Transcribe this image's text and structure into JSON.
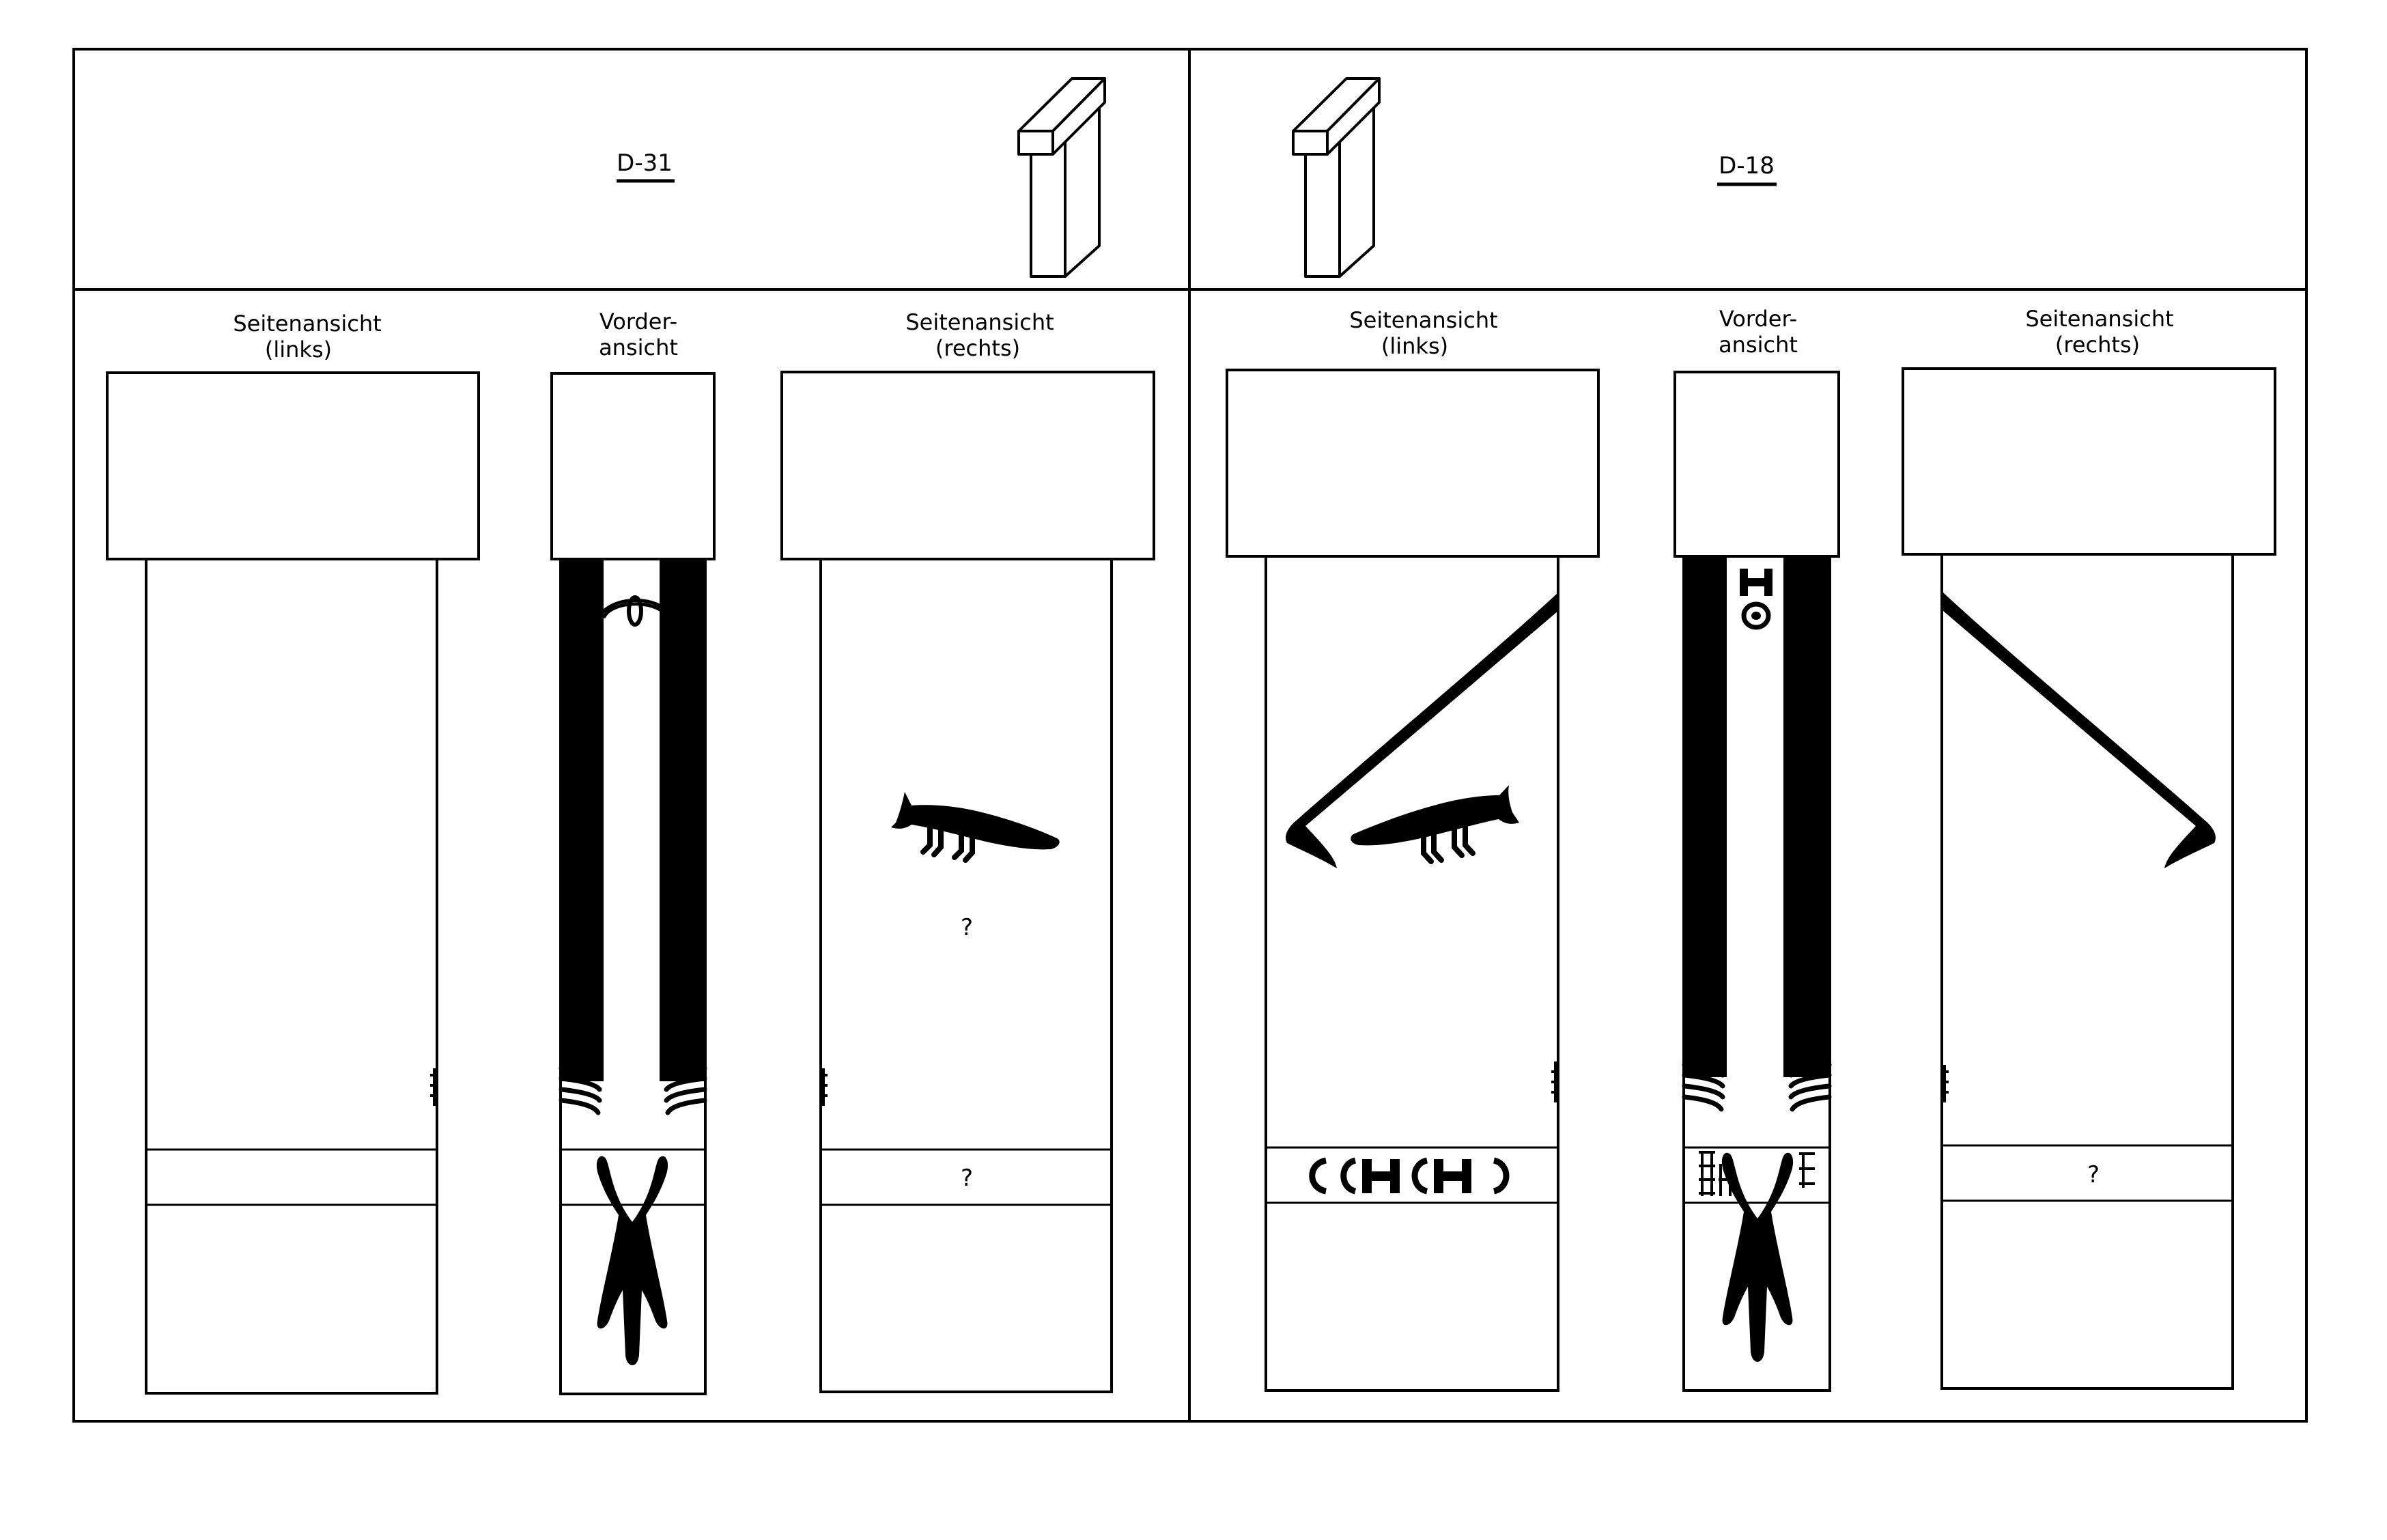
{
  "panels": [
    {
      "id": "D-31",
      "views": [
        {
          "label_line1": "Seitenansicht",
          "label_line2": "(links)",
          "band_text": ""
        },
        {
          "label_line1": "Vorder-",
          "label_line2": "ansicht"
        },
        {
          "label_line1": "Seitenansicht",
          "label_line2": "(rechts)",
          "mid_text": "?",
          "band_text": "?"
        }
      ]
    },
    {
      "id": "D-18",
      "views": [
        {
          "label_line1": "Seitenansicht",
          "label_line2": "(links)",
          "band_text": ""
        },
        {
          "label_line1": "Vorder-",
          "label_line2": "ansicht"
        },
        {
          "label_line1": "Seitenansicht",
          "label_line2": "(rechts)",
          "band_text": "?"
        }
      ]
    }
  ],
  "icons": {
    "block": "stele-block-3d-icon",
    "vulva": "vulva-figure-icon",
    "belt_buckle": "h-belt-symbol-icon",
    "arm": "arm-icon",
    "fox": "fox-relief-icon",
    "hands": "hands-icon",
    "pendant": "pendant-icon"
  }
}
